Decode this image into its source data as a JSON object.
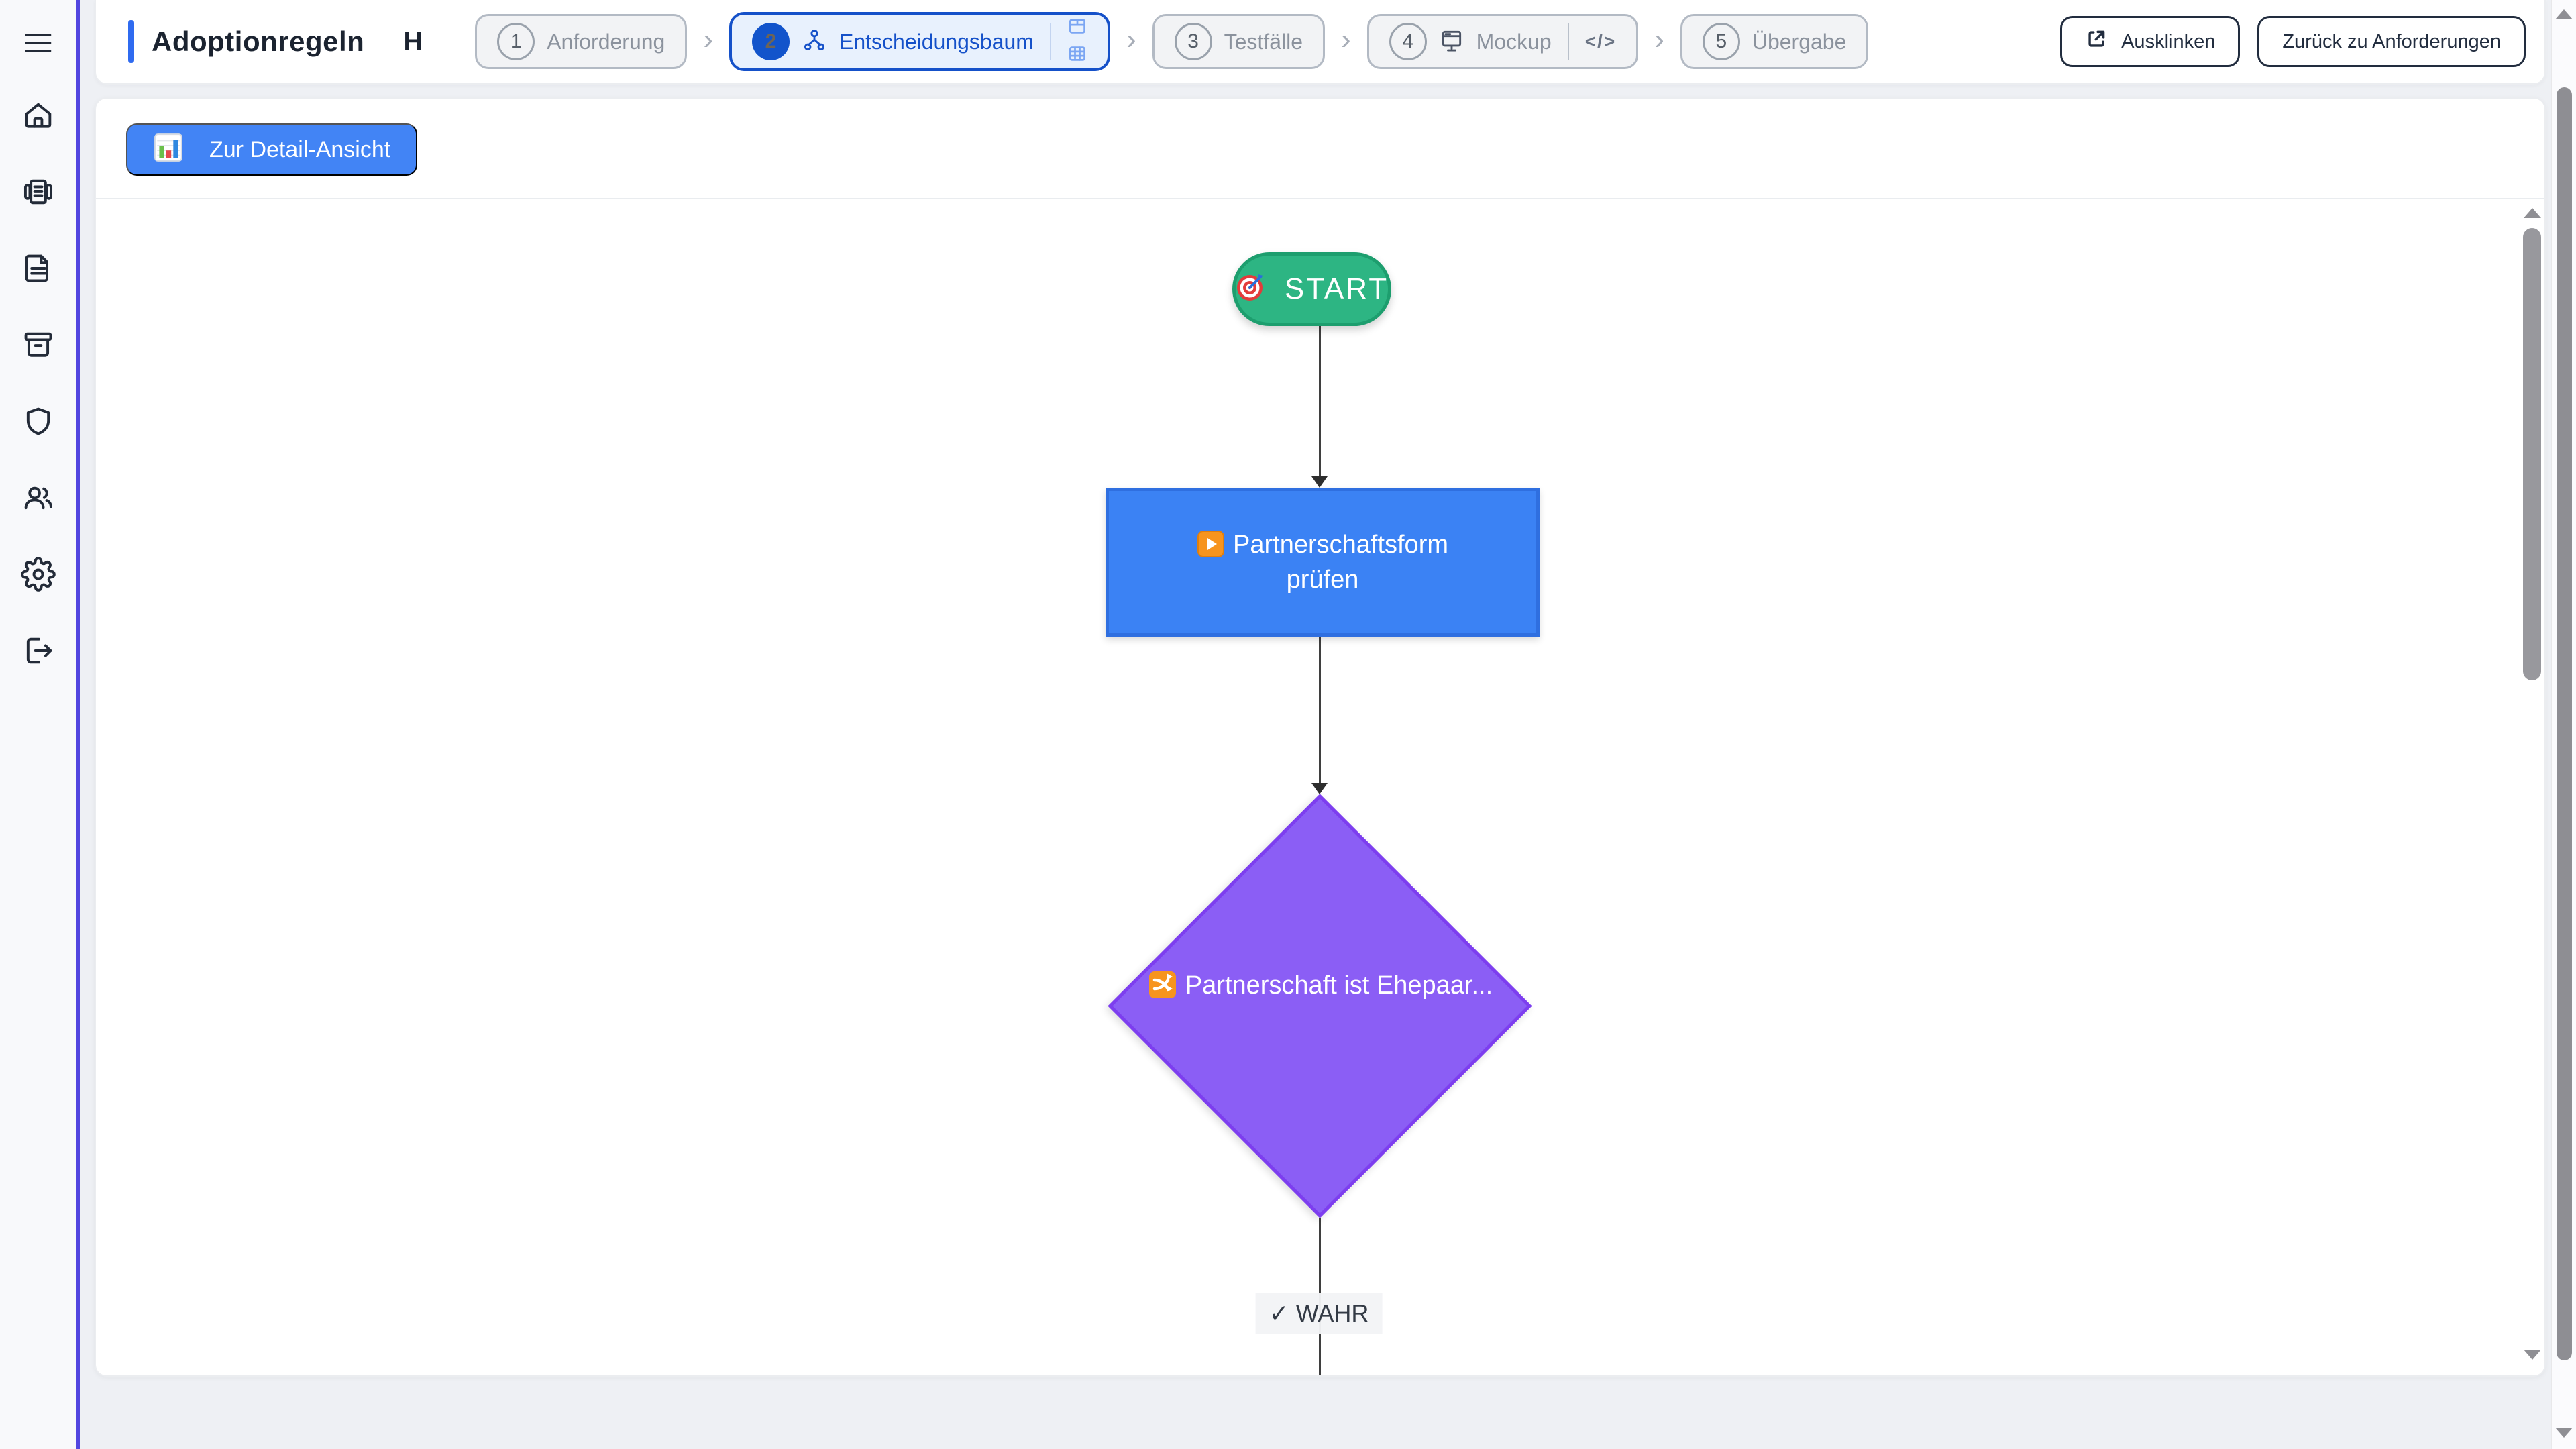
{
  "sidebar": {
    "accent_color": "#5246e0",
    "icons": [
      "menu-icon",
      "home-icon",
      "news-icon",
      "document-icon",
      "archive-icon",
      "shield-icon",
      "users-icon",
      "settings-icon",
      "logout-icon"
    ]
  },
  "header": {
    "accent_color": "#2f6bf0",
    "title": "Adoptionregeln",
    "title_suffix": "H",
    "separator": "›",
    "steps": [
      {
        "num": "1",
        "label": "Anforderung",
        "state": "inactive"
      },
      {
        "num": "2",
        "label": "Entscheidungsbaum",
        "state": "active",
        "icons": [
          "branch-icon",
          "table-icon",
          "grid-icon"
        ]
      },
      {
        "num": "3",
        "label": "Testfälle",
        "state": "inactive"
      },
      {
        "num": "4",
        "label": "Mockup",
        "state": "inactive",
        "icons": [
          "monitor-icon",
          "code-icon"
        ],
        "code_glyph": "</>"
      },
      {
        "num": "5",
        "label": "Übergabe",
        "state": "inactive"
      }
    ],
    "actions": [
      {
        "label": "Ausklinken",
        "icon": "external-link-icon"
      },
      {
        "label": "Zurück zu Anforderungen"
      }
    ]
  },
  "toolbar": {
    "detail_button_label": "Zur Detail-Ansicht",
    "detail_button_color": "#4284f5",
    "detail_button_icon": "bar-chart-icon"
  },
  "diagram": {
    "nodes": [
      {
        "id": "start",
        "type": "start",
        "label": "START",
        "icon": "target-icon",
        "fill": "#2db583",
        "border": "#1d9e6e"
      },
      {
        "id": "process",
        "type": "process",
        "label": "Partnerschaftsform prüfen",
        "icon": "play-icon",
        "fill": "#3b82f4",
        "border": "#2f6fe0"
      },
      {
        "id": "decision",
        "type": "decision",
        "label": "Partnerschaft ist Ehepaar...",
        "icon": "shuffle-icon",
        "fill": "#8b5ef5",
        "border": "#7d3eef"
      }
    ],
    "edges": [
      {
        "from": "start",
        "to": "process",
        "label": ""
      },
      {
        "from": "process",
        "to": "decision",
        "label": ""
      },
      {
        "from": "decision",
        "to": "",
        "label": "✓ WAHR"
      }
    ],
    "edge_label": "✓ WAHR"
  }
}
